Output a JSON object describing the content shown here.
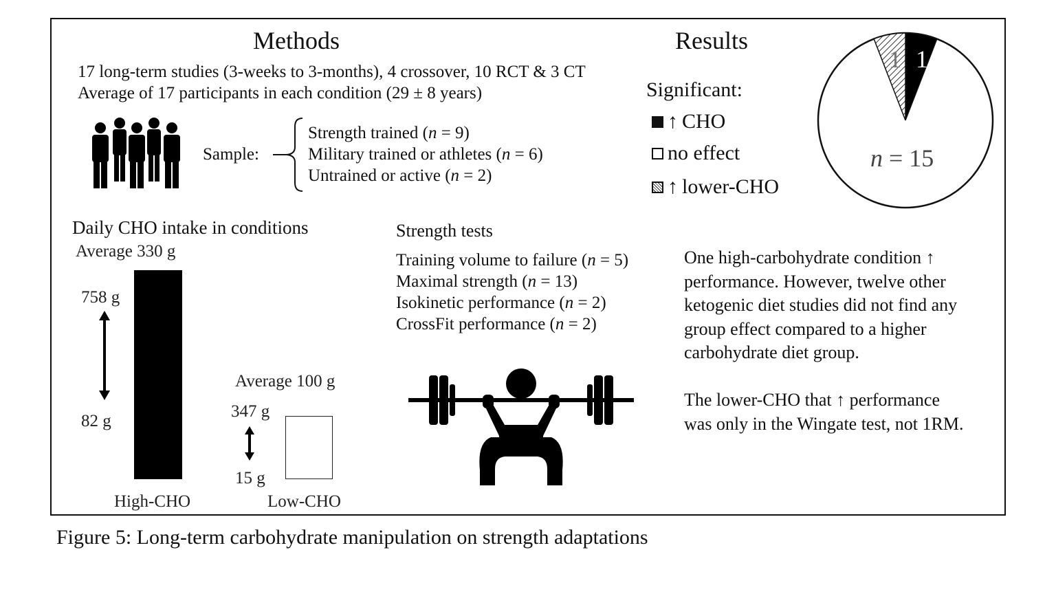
{
  "methods": {
    "title": "Methods",
    "line1": "17 long-term studies (3-weeks to 3-months), 4 crossover, 10 RCT & 3 CT",
    "line2": "Average of 17 participants in each condition (29 ± 8 years)",
    "sample_label": "Sample:",
    "sample_items": [
      {
        "text": "Strength trained (",
        "n": "n",
        "rest": " = 9)"
      },
      {
        "text": "Military trained or athletes (",
        "n": "n",
        "rest": " = 6)"
      },
      {
        "text": "Untrained or active (",
        "n": "n",
        "rest": " = 2)"
      }
    ],
    "people_icon": "group-of-people-icon"
  },
  "intake": {
    "title": "Daily CHO intake in conditions",
    "high": {
      "label": "High-CHO",
      "average": "Average 330 g",
      "max": "758 g",
      "min": "82 g",
      "color": "#000000"
    },
    "low": {
      "label": "Low-CHO",
      "average": "Average 100 g",
      "max": "347 g",
      "min": "15 g",
      "color": "#ffffff"
    }
  },
  "strength": {
    "title": "Strength tests",
    "items": [
      {
        "text": "Training volume to failure (",
        "n": "n",
        "rest": " = 5)"
      },
      {
        "text": "Maximal strength (",
        "n": "n",
        "rest": " = 13)"
      },
      {
        "text": "Isokinetic performance (",
        "n": "n",
        "rest": " = 2)"
      },
      {
        "text": "CrossFit performance (",
        "n": "n",
        "rest": " = 2)"
      }
    ],
    "icon": "squat-barbell-icon"
  },
  "results": {
    "title": "Results",
    "legend_title": "Significant:",
    "legend": [
      {
        "arrow": "↑",
        "label": "CHO",
        "color": "#000000"
      },
      {
        "arrow": "",
        "label": "no effect",
        "color": "#ffffff"
      },
      {
        "arrow": "↑",
        "label": "lower-CHO",
        "color": "hatched"
      }
    ],
    "pie": {
      "slices": [
        {
          "label": "↑ CHO",
          "value": 1,
          "text": "1"
        },
        {
          "label": "↑ lower-CHO",
          "value": 1,
          "text": "1"
        },
        {
          "label": "no effect",
          "value": 15,
          "text_n": "n",
          "text_rest": " = 15"
        }
      ]
    },
    "para1": [
      "One high-carbohydrate condition ↑",
      "performance. However, twelve other",
      "ketogenic diet studies did not find any",
      "group effect compared to a higher",
      "carbohydrate diet group."
    ],
    "para2": [
      "The lower-CHO that ↑ performance",
      "was only in the Wingate test, not 1RM."
    ]
  },
  "caption": "Figure 5: Long-term carbohydrate manipulation on strength adaptations"
}
